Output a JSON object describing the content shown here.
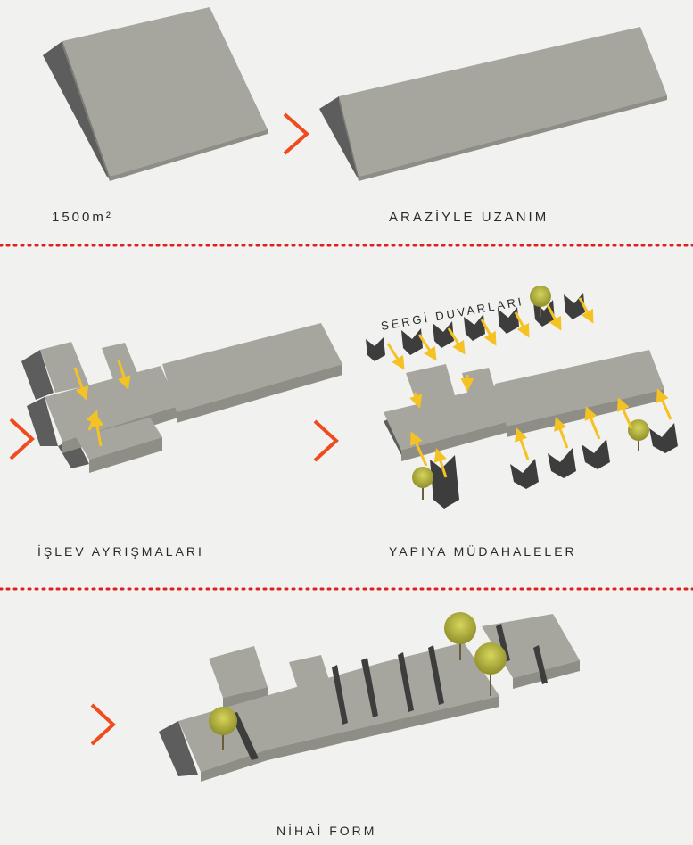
{
  "step_labels": {
    "area": "1500m²",
    "extension": "ARAZİYLE UZANIM",
    "separation": "İŞLEV AYRIŞMALARI",
    "interventions": "YAPIYA MÜDAHALELER",
    "final": "NİHAİ FORM"
  },
  "annotation": "SERGİ DUVARLARI",
  "colors": {
    "background": "#f1f1f0",
    "block_top": "#a6a69e",
    "block_side": "#8e8e86",
    "block_shadow": "#5d5d5d",
    "accent_chevron": "#f04a1e",
    "divider": "#e0201c",
    "arrow": "#f5c223",
    "tree": "#b5b43a"
  },
  "icons": [
    "chevron-right-icon",
    "arrow-icon",
    "tree-icon"
  ]
}
